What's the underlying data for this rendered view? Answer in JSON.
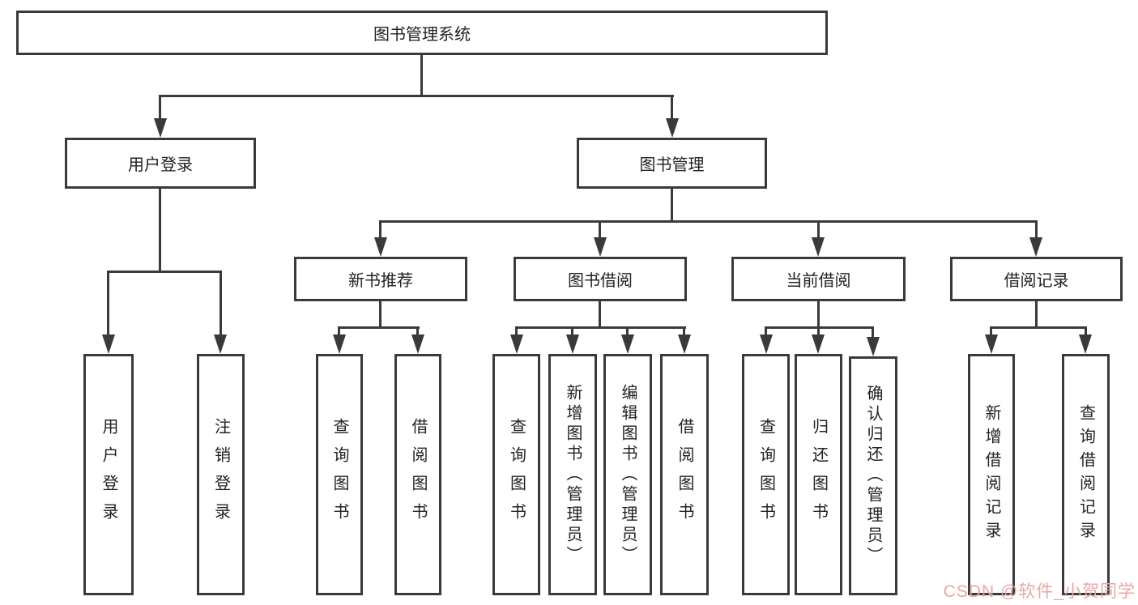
{
  "nodes": {
    "root": "图书管理系统",
    "level2": [
      "用户登录",
      "图书管理"
    ],
    "level3": [
      "新书推荐",
      "图书借阅",
      "当前借阅",
      "借阅记录"
    ]
  },
  "leaves": {
    "login": [
      "用户登录",
      "注销登录"
    ],
    "recommend": [
      "查询图书",
      "借阅图书"
    ],
    "borrow": [
      "查询图书",
      "新增图书（管理员）",
      "编辑图书（管理员）",
      "借阅图书"
    ],
    "current": [
      "查询图书",
      "归还图书",
      "确认归还（管理员）"
    ],
    "records": [
      "新增借阅记录",
      "查询借阅记录"
    ]
  },
  "watermark": "CSDN @软件_小贺同学",
  "colors": {
    "line": "#3a3a3a",
    "text": "#222222",
    "box-bg": "#ffffff",
    "watermark": "#eaa6a6",
    "background": "#ffffff"
  }
}
